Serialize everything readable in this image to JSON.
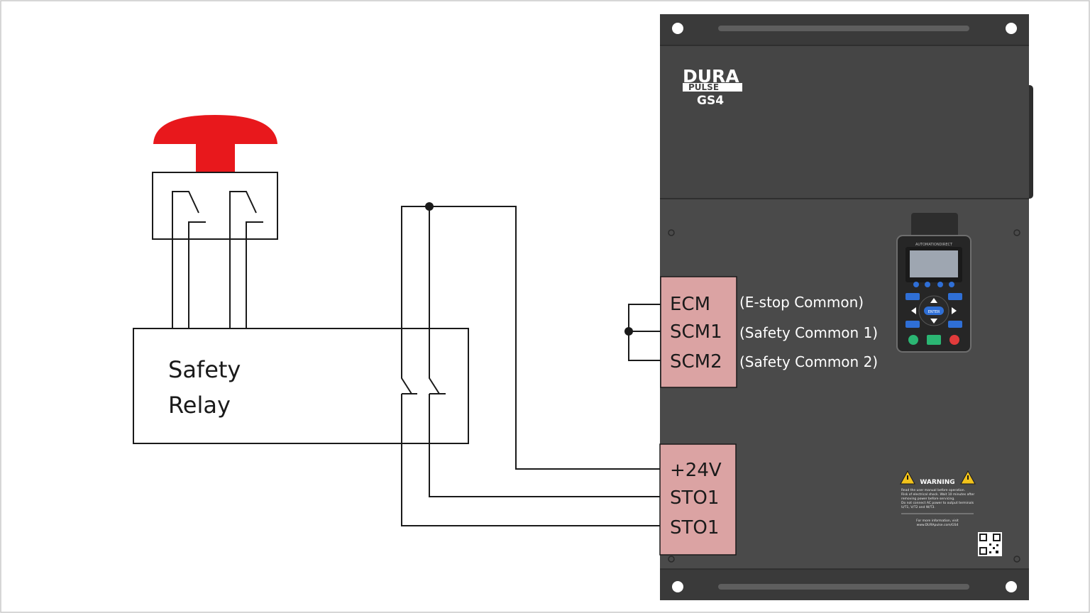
{
  "relay": {
    "label_line1": "Safety",
    "label_line2": "Relay"
  },
  "drive": {
    "logo": {
      "line1": "DURA",
      "line2": "PULSE",
      "line3": "GS4"
    },
    "keypad_brand": "AUTOMATIONDIRECT",
    "keypad_enter": "ENTER",
    "warning": {
      "title": "WARNING",
      "lines": [
        "Read the user manual before operation.",
        "Risk of electrical shock. Wait 10 minutes after",
        "removing power before servicing.",
        "Do not connect AC power to output terminals",
        "U/T1, V/T2 and W/T3."
      ],
      "more_line1": "For more information, visit",
      "more_line2": "www.DURApulse.com/GS4"
    }
  },
  "terminals": {
    "common": [
      {
        "name": "ECM",
        "desc": "(E-stop Common)"
      },
      {
        "name": "SCM1",
        "desc": "(Safety Common 1)"
      },
      {
        "name": "SCM2",
        "desc": "(Safety Common 2)"
      }
    ],
    "sto": [
      {
        "name": "+24V"
      },
      {
        "name": "STO1"
      },
      {
        "name": "STO1"
      }
    ]
  },
  "colors": {
    "estop_red": "#e8181c",
    "terminal_fill": "#dba3a3",
    "drive_body": "#4a4a4a",
    "drive_top": "#3a3a3a",
    "wire": "#1a1a1a",
    "keypad_blue": "#2f6fd6",
    "run_green": "#2bb673",
    "stop_red": "#e23b3b"
  }
}
